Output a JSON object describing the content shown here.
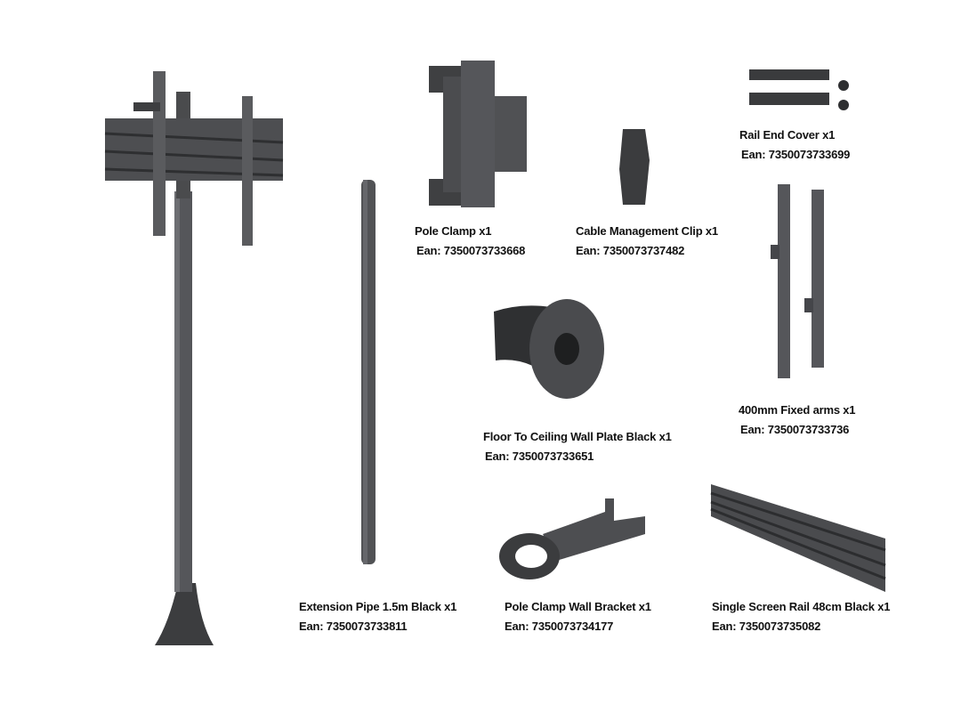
{
  "colors": {
    "metal": "#4a4b4d",
    "metal_dark": "#2f3032",
    "metal_light": "#6a6b6e",
    "text": "#111111",
    "background": "#ffffff"
  },
  "parts": [
    {
      "name": "Pole Clamp x1",
      "ean": "Ean: 7350073733668"
    },
    {
      "name": "Cable Management Clip x1",
      "ean": "Ean: 7350073737482"
    },
    {
      "name": "Rail End Cover x1",
      "ean": "Ean: 7350073733699"
    },
    {
      "name": "400mm Fixed arms x1",
      "ean": "Ean: 7350073733736"
    },
    {
      "name": "Floor To Ceiling Wall Plate Black x1",
      "ean": "Ean: 7350073733651"
    },
    {
      "name": "Extension Pipe 1.5m Black x1",
      "ean": "Ean: 7350073733811"
    },
    {
      "name": "Pole Clamp Wall Bracket x1",
      "ean": "Ean: 7350073734177"
    },
    {
      "name": "Single Screen Rail 48cm Black x1",
      "ean": "Ean: 7350073735082"
    }
  ]
}
